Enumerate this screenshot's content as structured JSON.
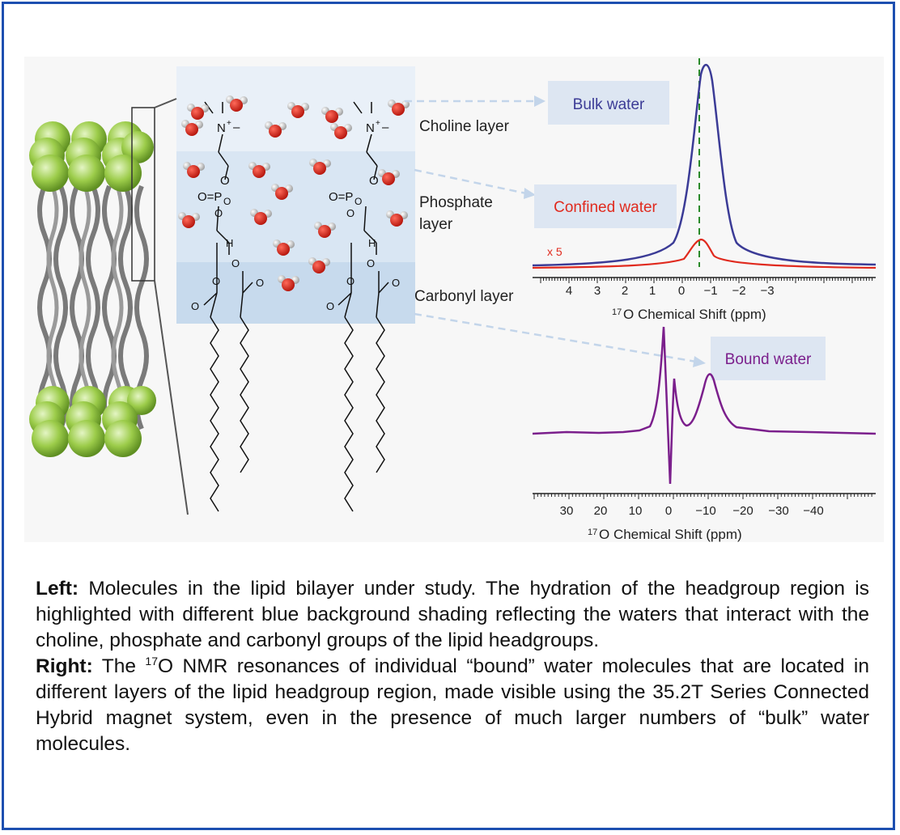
{
  "layers": {
    "choline": "Choline layer",
    "phosphate_1": "Phosphate",
    "phosphate_2": "layer",
    "carbonyl": "Carbonyl layer"
  },
  "labels": {
    "bulk": "Bulk water",
    "confined": "Confined water",
    "bound": "Bound water",
    "scale_factor": "x 5"
  },
  "chemistry": {
    "nitrogen": "N",
    "plus": "+",
    "dash": "–",
    "o_eq_p": "O=P",
    "o_minus": "O",
    "oxygen": "O",
    "hydrogen": "H"
  },
  "spectrum_top": {
    "ticks": [
      "4",
      "3",
      "2",
      "1",
      "0",
      "−1",
      "−2",
      "−3"
    ],
    "axis_sup": "17",
    "axis_label": "O Chemical Shift (ppm)"
  },
  "spectrum_bottom": {
    "ticks": [
      "30",
      "20",
      "10",
      "0",
      "−10",
      "−20",
      "−30",
      "−40"
    ],
    "axis_sup": "17",
    "axis_label": "O Chemical Shift (ppm)"
  },
  "colors": {
    "choline_bg": "#e9f0f8",
    "phosphate_bg": "#d9e6f3",
    "carbonyl_bg": "#c7daed",
    "bulk_line": "#3b3b96",
    "confined_line": "#e02a1e",
    "bound_line": "#7b1f8c",
    "dashed_ref": "#2a8a2a",
    "lipid_head": "#9ccc4a",
    "border": "#1d4fb0"
  },
  "caption": {
    "left_label": "Left:",
    "left_text": " Molecules in the lipid bilayer under study. The hydration of the headgroup region is highlighted with different blue background shading reflecting the waters that interact with the choline, phosphate and carbonyl groups of the lipid headgroups.",
    "right_label": "Right:",
    "right_text_1": " The ",
    "right_sup": "17",
    "right_text_2": "O NMR resonances of individual “bound” water molecules that are located in different layers of the lipid headgroup region, made visible using the 35.2T Series Connected Hybrid magnet system, even in the presence of much larger numbers of “bulk” water molecules."
  }
}
